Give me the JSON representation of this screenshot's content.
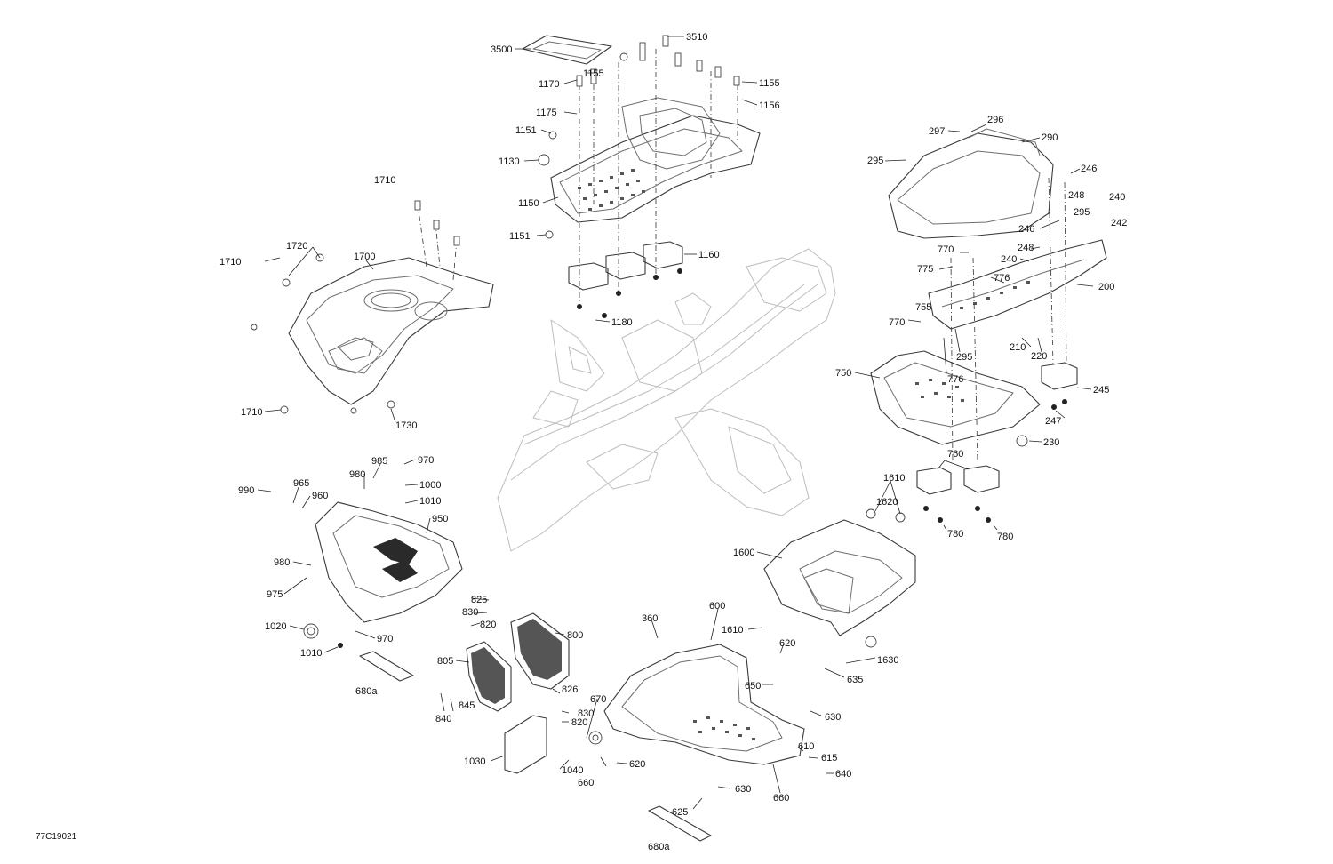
{
  "diagram": {
    "reference_code": "77C19021",
    "callouts": [
      {
        "id": "c3500",
        "text": "3500"
      },
      {
        "id": "c3510",
        "text": "3510"
      },
      {
        "id": "c1170",
        "text": "1170"
      },
      {
        "id": "c1155a",
        "text": "1155"
      },
      {
        "id": "c1155b",
        "text": "1155"
      },
      {
        "id": "c1156",
        "text": "1156"
      },
      {
        "id": "c1175",
        "text": "1175"
      },
      {
        "id": "c1151a",
        "text": "1151"
      },
      {
        "id": "c1130",
        "text": "1130"
      },
      {
        "id": "c1150",
        "text": "1150"
      },
      {
        "id": "c1151b",
        "text": "1151"
      },
      {
        "id": "c1160",
        "text": "1160"
      },
      {
        "id": "c1180",
        "text": "1180"
      },
      {
        "id": "c1710a",
        "text": "1710"
      },
      {
        "id": "c1720",
        "text": "1720"
      },
      {
        "id": "c1710b",
        "text": "1710"
      },
      {
        "id": "c1700",
        "text": "1700"
      },
      {
        "id": "c1710c",
        "text": "1710"
      },
      {
        "id": "c1730",
        "text": "1730"
      },
      {
        "id": "c296",
        "text": "296"
      },
      {
        "id": "c297",
        "text": "297"
      },
      {
        "id": "c290",
        "text": "290"
      },
      {
        "id": "c295a",
        "text": "295"
      },
      {
        "id": "c246a",
        "text": "246"
      },
      {
        "id": "c248a",
        "text": "248"
      },
      {
        "id": "c240a",
        "text": "240"
      },
      {
        "id": "c295b",
        "text": "295"
      },
      {
        "id": "c242",
        "text": "242"
      },
      {
        "id": "c246b",
        "text": "246"
      },
      {
        "id": "c770a",
        "text": "770"
      },
      {
        "id": "c248b",
        "text": "248"
      },
      {
        "id": "c775",
        "text": "775"
      },
      {
        "id": "c240b",
        "text": "240"
      },
      {
        "id": "c776a",
        "text": "776"
      },
      {
        "id": "c200",
        "text": "200"
      },
      {
        "id": "c755",
        "text": "755"
      },
      {
        "id": "c770b",
        "text": "770"
      },
      {
        "id": "c295c",
        "text": "295"
      },
      {
        "id": "c210",
        "text": "210"
      },
      {
        "id": "c220",
        "text": "220"
      },
      {
        "id": "c750",
        "text": "750"
      },
      {
        "id": "c776b",
        "text": "776"
      },
      {
        "id": "c245",
        "text": "245"
      },
      {
        "id": "c247",
        "text": "247"
      },
      {
        "id": "c230",
        "text": "230"
      },
      {
        "id": "c760",
        "text": "760"
      },
      {
        "id": "c1610a",
        "text": "1610"
      },
      {
        "id": "c1620",
        "text": "1620"
      },
      {
        "id": "c780a",
        "text": "780"
      },
      {
        "id": "c780b",
        "text": "780"
      },
      {
        "id": "c1600",
        "text": "1600"
      },
      {
        "id": "c1610b",
        "text": "1610"
      },
      {
        "id": "c620a",
        "text": "620"
      },
      {
        "id": "c1630",
        "text": "1630"
      },
      {
        "id": "c635",
        "text": "635"
      },
      {
        "id": "c650",
        "text": "650"
      },
      {
        "id": "c630a",
        "text": "630"
      },
      {
        "id": "c610",
        "text": "610"
      },
      {
        "id": "c615",
        "text": "615"
      },
      {
        "id": "c640",
        "text": "640"
      },
      {
        "id": "c660a",
        "text": "660"
      },
      {
        "id": "c630b",
        "text": "630"
      },
      {
        "id": "c625",
        "text": "625"
      },
      {
        "id": "c680b",
        "text": "680a"
      },
      {
        "id": "c360",
        "text": "360"
      },
      {
        "id": "c600",
        "text": "600"
      },
      {
        "id": "c670",
        "text": "670"
      },
      {
        "id": "c660b",
        "text": "660"
      },
      {
        "id": "c620b",
        "text": "620"
      },
      {
        "id": "c1040",
        "text": "1040"
      },
      {
        "id": "c1030",
        "text": "1030"
      },
      {
        "id": "c826",
        "text": "826"
      },
      {
        "id": "c830a",
        "text": "830"
      },
      {
        "id": "c820a",
        "text": "820"
      },
      {
        "id": "c825",
        "text": "825"
      },
      {
        "id": "c830b",
        "text": "830"
      },
      {
        "id": "c820b",
        "text": "820"
      },
      {
        "id": "c800",
        "text": "800"
      },
      {
        "id": "c805",
        "text": "805"
      },
      {
        "id": "c845",
        "text": "845"
      },
      {
        "id": "c840",
        "text": "840"
      },
      {
        "id": "c970a",
        "text": "970"
      },
      {
        "id": "c985",
        "text": "985"
      },
      {
        "id": "c980a",
        "text": "980"
      },
      {
        "id": "c1000",
        "text": "1000"
      },
      {
        "id": "c1010a",
        "text": "1010"
      },
      {
        "id": "c990",
        "text": "990"
      },
      {
        "id": "c965",
        "text": "965"
      },
      {
        "id": "c960",
        "text": "960"
      },
      {
        "id": "c950",
        "text": "950"
      },
      {
        "id": "c980b",
        "text": "980"
      },
      {
        "id": "c975",
        "text": "975"
      },
      {
        "id": "c1020",
        "text": "1020"
      },
      {
        "id": "c1010b",
        "text": "1010"
      },
      {
        "id": "c970b",
        "text": "970"
      },
      {
        "id": "c680a",
        "text": "680a"
      }
    ]
  }
}
